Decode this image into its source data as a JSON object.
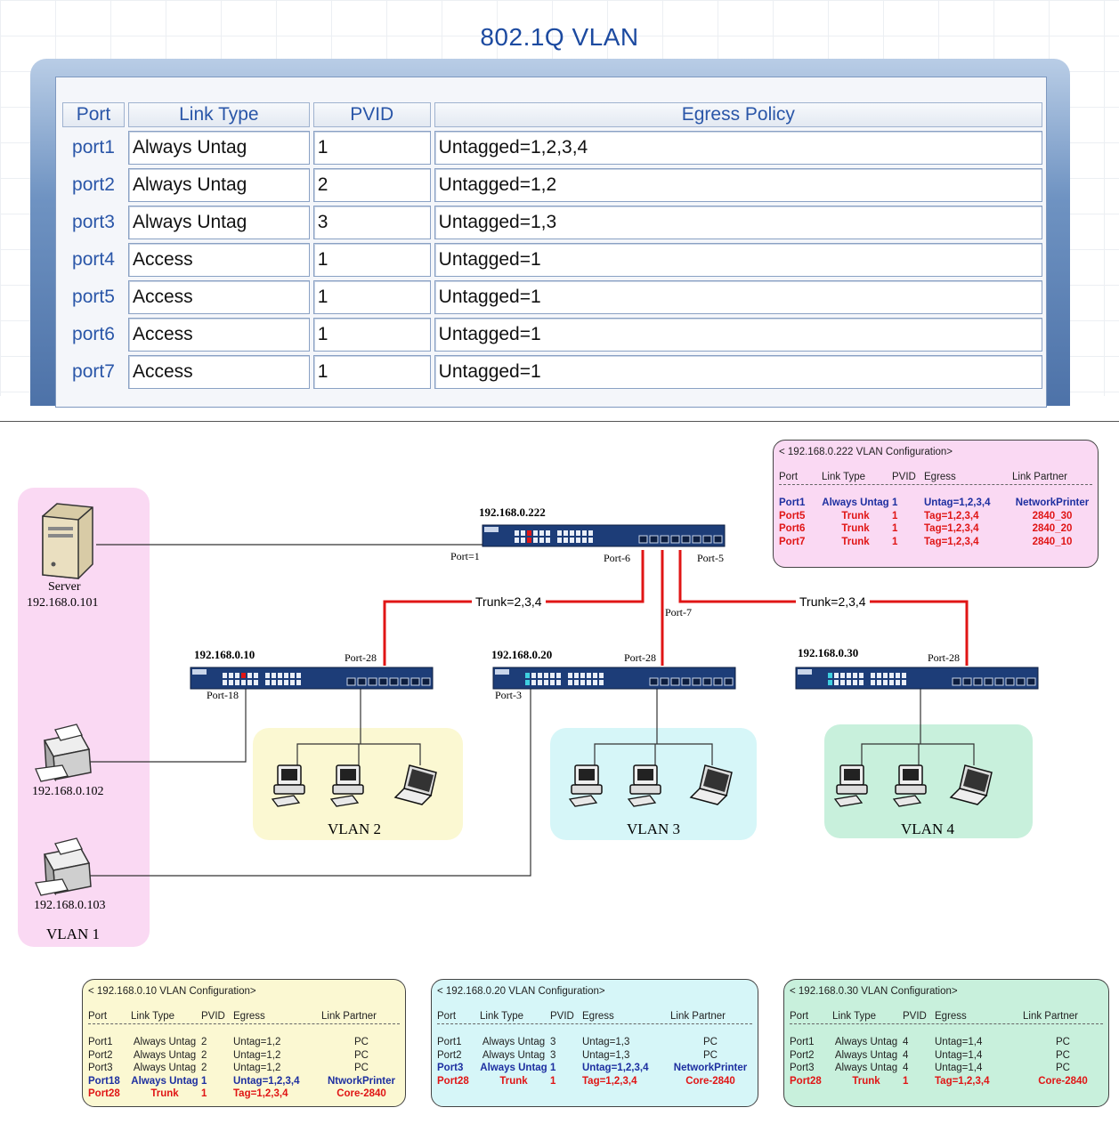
{
  "top": {
    "title": "802.1Q   VLAN",
    "headers": [
      "Port",
      "Link Type",
      "PVID",
      "Egress Policy"
    ],
    "rows": [
      {
        "port": "port1",
        "link": "Always Untag",
        "pvid": "1",
        "egress": "Untagged=1,2,3,4"
      },
      {
        "port": "port2",
        "link": "Always Untag",
        "pvid": "2",
        "egress": "Untagged=1,2"
      },
      {
        "port": "port3",
        "link": "Always Untag",
        "pvid": "3",
        "egress": "Untagged=1,3"
      },
      {
        "port": "port4",
        "link": "Access",
        "pvid": "1",
        "egress": "Untagged=1"
      },
      {
        "port": "port5",
        "link": "Access",
        "pvid": "1",
        "egress": "Untagged=1"
      },
      {
        "port": "port6",
        "link": "Access",
        "pvid": "1",
        "egress": "Untagged=1"
      },
      {
        "port": "port7",
        "link": "Access",
        "pvid": "1",
        "egress": "Untagged=1"
      }
    ]
  },
  "diagram": {
    "core_ip": "192.168.0.222",
    "sw10_ip": "192.168.0.10",
    "sw20_ip": "192.168.0.20",
    "sw30_ip": "192.168.0.30",
    "port1": "Port=1",
    "port6": "Port-6",
    "port5": "Port-5",
    "port7": "Port-7",
    "trunk_left": "Trunk=2,3,4",
    "trunk_right": "Trunk=2,3,4",
    "sw10_p28": "Port-28",
    "sw10_p18": "Port-18",
    "sw20_p28": "Port-28",
    "sw20_p3": "Port-3",
    "sw30_p28": "Port-28",
    "server_name": "Server",
    "server_ip": "192.168.0.101",
    "printer1_ip": "192.168.0.102",
    "printer2_ip": "192.168.0.103",
    "vlan1": "VLAN 1",
    "vlan2": "VLAN 2",
    "vlan3": "VLAN 3",
    "vlan4": "VLAN 4",
    "colors": {
      "vlan1": "#fad9f3",
      "vlan2": "#fbf8d2",
      "vlan3": "#d6f6f8",
      "vlan4": "#c8f0dc",
      "trunk": "#e01515",
      "switch": "#1d3d78"
    }
  },
  "configs": {
    "c222": {
      "title": "< 192.168.0.222 VLAN Configuration>",
      "hdr": [
        "Port",
        "Link Type",
        "PVID",
        "Egress",
        "Link Partner"
      ],
      "rows": [
        {
          "c": [
            "Port1",
            "Always Untag",
            "1",
            "Untag=1,2,3,4",
            "NetworkPrinter"
          ],
          "style": "blue"
        },
        {
          "c": [
            "Port5",
            "Trunk",
            "1",
            "Tag=1,2,3,4",
            "2840_30"
          ],
          "style": "red"
        },
        {
          "c": [
            "Port6",
            "Trunk",
            "1",
            "Tag=1,2,3,4",
            "2840_20"
          ],
          "style": "red"
        },
        {
          "c": [
            "Port7",
            "Trunk",
            "1",
            "Tag=1,2,3,4",
            "2840_10"
          ],
          "style": "red"
        }
      ]
    },
    "c10": {
      "title": "< 192.168.0.10 VLAN Configuration>",
      "hdr": [
        "Port",
        "Link Type",
        "PVID",
        "Egress",
        "Link Partner"
      ],
      "rows": [
        {
          "c": [
            "Port1",
            "Always Untag",
            "2",
            "Untag=1,2",
            "PC"
          ],
          "style": "plain"
        },
        {
          "c": [
            "Port2",
            "Always Untag",
            "2",
            "Untag=1,2",
            "PC"
          ],
          "style": "plain"
        },
        {
          "c": [
            "Port3",
            "Always Untag",
            "2",
            "Untag=1,2",
            "PC"
          ],
          "style": "plain"
        },
        {
          "c": [
            "Port18",
            "Always Untag",
            "1",
            "Untag=1,2,3,4",
            "NtworkPrinter"
          ],
          "style": "blue"
        },
        {
          "c": [
            "Port28",
            "Trunk",
            "1",
            "Tag=1,2,3,4",
            "Core-2840"
          ],
          "style": "red"
        }
      ]
    },
    "c20": {
      "title": "< 192.168.0.20 VLAN Configuration>",
      "hdr": [
        "Port",
        "Link Type",
        "PVID",
        "Egress",
        "Link Partner"
      ],
      "rows": [
        {
          "c": [
            "Port1",
            "Always Untag",
            "3",
            "Untag=1,3",
            "PC"
          ],
          "style": "plain"
        },
        {
          "c": [
            "Port2",
            "Always Untag",
            "3",
            "Untag=1,3",
            "PC"
          ],
          "style": "plain"
        },
        {
          "c": [
            "Port3",
            "Always Untag",
            "1",
            "Untag=1,2,3,4",
            "NetworkPrinter"
          ],
          "style": "blue"
        },
        {
          "c": [
            "Port28",
            "Trunk",
            "1",
            "Tag=1,2,3,4",
            "Core-2840"
          ],
          "style": "red"
        }
      ]
    },
    "c30": {
      "title": "< 192.168.0.30 VLAN Configuration>",
      "hdr": [
        "Port",
        "Link Type",
        "PVID",
        "Egress",
        "Link Partner"
      ],
      "rows": [
        {
          "c": [
            "Port1",
            "Always Untag",
            "4",
            "Untag=1,4",
            "PC"
          ],
          "style": "plain"
        },
        {
          "c": [
            "Port2",
            "Always Untag",
            "4",
            "Untag=1,4",
            "PC"
          ],
          "style": "plain"
        },
        {
          "c": [
            "Port3",
            "Always Untag",
            "4",
            "Untag=1,4",
            "PC"
          ],
          "style": "plain"
        },
        {
          "c": [
            "Port28",
            "Trunk",
            "1",
            "Tag=1,2,3,4",
            "Core-2840"
          ],
          "style": "red"
        }
      ]
    }
  }
}
